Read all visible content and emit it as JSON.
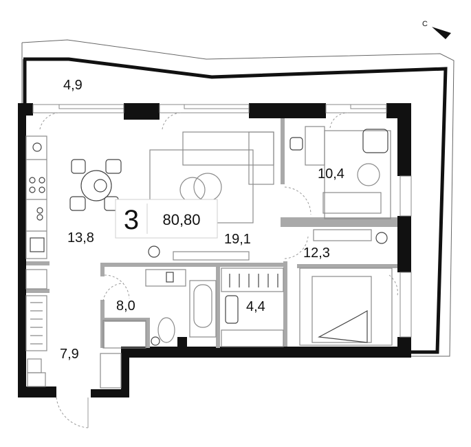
{
  "compass": {
    "letter": "С",
    "icon": "north-arrow-icon"
  },
  "apartment": {
    "rooms_count": "3",
    "total_area": "80,80"
  },
  "rooms": [
    {
      "id": "balcony",
      "area": "4,9"
    },
    {
      "id": "kitchen",
      "area": "13,8"
    },
    {
      "id": "living",
      "area": "19,1"
    },
    {
      "id": "bedroom-small",
      "area": "10,4"
    },
    {
      "id": "bedroom-master",
      "area": "12,3"
    },
    {
      "id": "bathroom",
      "area": "8,0"
    },
    {
      "id": "wardrobe",
      "area": "4,4"
    },
    {
      "id": "hall",
      "area": "7,9"
    }
  ],
  "colors": {
    "wall": "#111111",
    "partition": "#a9a9a9",
    "furniture": "#8a8a8a"
  }
}
